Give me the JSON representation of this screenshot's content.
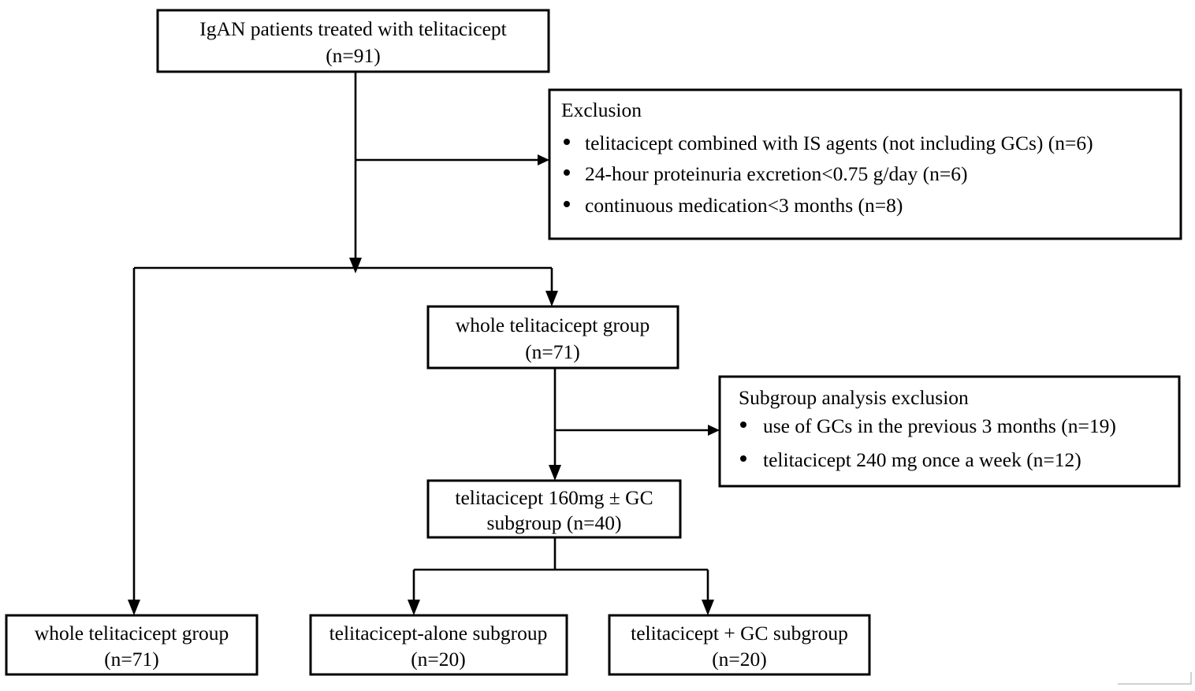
{
  "diagram": {
    "title": "IgAN telitacicept study flow diagram",
    "type": "flowchart",
    "background_color": "#ffffff",
    "line_color": "#000000",
    "text_color": "#000000"
  },
  "nodes": {
    "enrolled": {
      "name": "enrolled-patients-box",
      "lines": [
        "IgAN patients treated with telitacicept",
        "(n=91)"
      ],
      "n": 91
    },
    "exclusion": {
      "name": "exclusion-box",
      "heading": "Exclusion",
      "bullets": [
        "telitacicept combined with IS agents (not including GCs) (n=6)",
        "24-hour proteinuria excretion<0.75 g/day (n=6)",
        "continuous medication<3 months (n=8)"
      ],
      "counts": [
        6,
        6,
        8
      ]
    },
    "whole_group": {
      "name": "whole-telitacicept-group-box",
      "lines": [
        "whole telitacicept group",
        "(n=71)"
      ],
      "n": 71
    },
    "subgroup_exclusion": {
      "name": "subgroup-analysis-exclusion-box",
      "heading": "Subgroup analysis exclusion",
      "bullets": [
        "use of GCs in the previous 3 months (n=19)",
        "telitacicept 240 mg once a week (n=12)"
      ],
      "counts": [
        19,
        12
      ]
    },
    "dose_subgroup": {
      "name": "telitacicept-160mg-gc-subgroup-box",
      "lines": [
        "telitacicept 160mg ± GC",
        "subgroup (n=40)"
      ],
      "n": 40
    },
    "outcome_whole": {
      "name": "outcome-whole-telitacicept-group-box",
      "lines": [
        "whole telitacicept group",
        "(n=71)"
      ],
      "n": 71
    },
    "outcome_alone": {
      "name": "outcome-telitacicept-alone-subgroup-box",
      "lines": [
        "telitacicept-alone subgroup",
        "(n=20)"
      ],
      "n": 20
    },
    "outcome_gc": {
      "name": "outcome-telitacicept-plus-gc-subgroup-box",
      "lines": [
        "telitacicept + GC subgroup",
        "(n=20)"
      ],
      "n": 20
    }
  },
  "connectors": [
    {
      "name": "enrolled-to-exclusion-arrow",
      "from": "enrolled",
      "to": "exclusion"
    },
    {
      "name": "enrolled-to-whole-group-arrow",
      "from": "enrolled",
      "to": "whole_group"
    },
    {
      "name": "enrolled-to-outcome-whole-arrow",
      "from": "enrolled",
      "to": "outcome_whole"
    },
    {
      "name": "whole-group-to-subgroup-exclusion-arrow",
      "from": "whole_group",
      "to": "subgroup_exclusion"
    },
    {
      "name": "whole-group-to-dose-subgroup-arrow",
      "from": "whole_group",
      "to": "dose_subgroup"
    },
    {
      "name": "dose-subgroup-to-outcome-alone-arrow",
      "from": "dose_subgroup",
      "to": "outcome_alone"
    },
    {
      "name": "dose-subgroup-to-outcome-gc-arrow",
      "from": "dose_subgroup",
      "to": "outcome_gc"
    }
  ]
}
